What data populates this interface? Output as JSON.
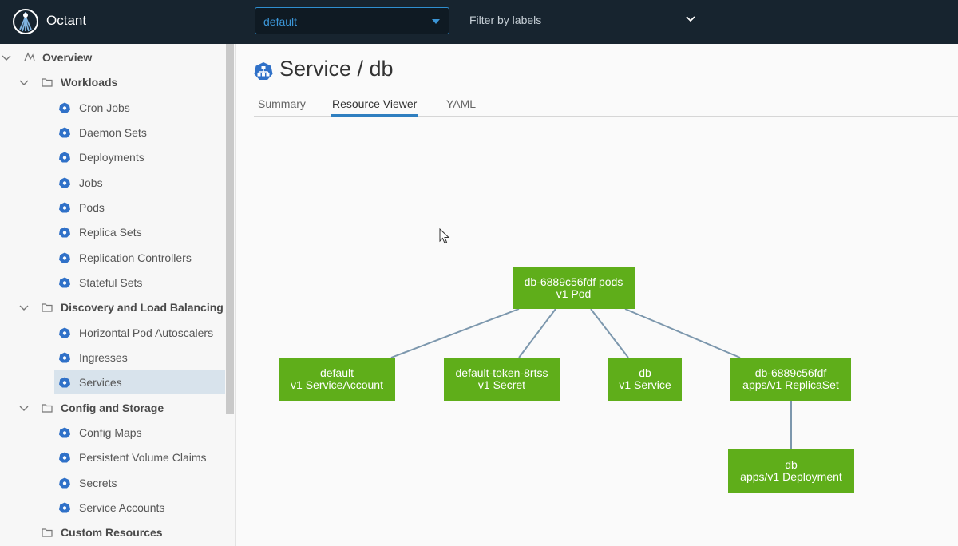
{
  "app": {
    "title": "Octant"
  },
  "header": {
    "namespace": "default",
    "label_filter_placeholder": "Filter by labels"
  },
  "sidebar": {
    "overview": "Overview",
    "groups": [
      {
        "label": "Workloads",
        "items": [
          "Cron Jobs",
          "Daemon Sets",
          "Deployments",
          "Jobs",
          "Pods",
          "Replica Sets",
          "Replication Controllers",
          "Stateful Sets"
        ]
      },
      {
        "label": "Discovery and Load Balancing",
        "items": [
          "Horizontal Pod Autoscalers",
          "Ingresses",
          "Services"
        ]
      },
      {
        "label": "Config and Storage",
        "items": [
          "Config Maps",
          "Persistent Volume Claims",
          "Secrets",
          "Service Accounts"
        ]
      },
      {
        "label": "Custom Resources",
        "items": []
      }
    ],
    "active_item": "Services"
  },
  "main": {
    "title": "Service / db",
    "tabs": [
      "Summary",
      "Resource Viewer",
      "YAML"
    ],
    "active_tab": "Resource Viewer"
  },
  "graph": {
    "nodes": [
      {
        "id": "pod",
        "line1": "db-6889c56fdf pods",
        "line2": "v1 Pod"
      },
      {
        "id": "sa",
        "line1": "default",
        "line2": "v1 ServiceAccount"
      },
      {
        "id": "secret",
        "line1": "default-token-8rtss",
        "line2": "v1 Secret"
      },
      {
        "id": "svc",
        "line1": "db",
        "line2": "v1 Service"
      },
      {
        "id": "rs",
        "line1": "db-6889c56fdf",
        "line2": "apps/v1 ReplicaSet"
      },
      {
        "id": "deploy",
        "line1": "db",
        "line2": "apps/v1 Deployment"
      }
    ],
    "node_color": "#5fae1a",
    "edge_color": "#7c97ad"
  }
}
